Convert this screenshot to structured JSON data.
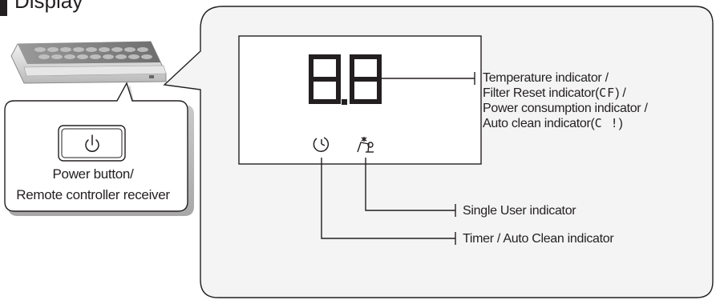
{
  "heading": {
    "text": "Display"
  },
  "unit_callout": {
    "line1": "Power button/",
    "line2": "Remote controller receiver",
    "icon": "power-icon"
  },
  "display_panel": {
    "segment_readout": "8.8",
    "icons": [
      "timer-icon",
      "single-user-icon"
    ]
  },
  "labels": {
    "temperature": {
      "line1": "Temperature indicator /",
      "line2_prefix": "Filter Reset indicator(",
      "line2_code": "CF",
      "line2_suffix": ") /",
      "line3": "Power consumption indicator /",
      "line4_prefix": "Auto clean indicator(",
      "line4_code": "C !",
      "line4_suffix": ")"
    },
    "single_user": "Single User indicator",
    "timer": "Timer / Auto Clean indicator"
  },
  "colors": {
    "text": "#231f20",
    "line": "#231f20",
    "panel_bg": "#f4f4f4",
    "panel_stroke": "#231f20"
  }
}
